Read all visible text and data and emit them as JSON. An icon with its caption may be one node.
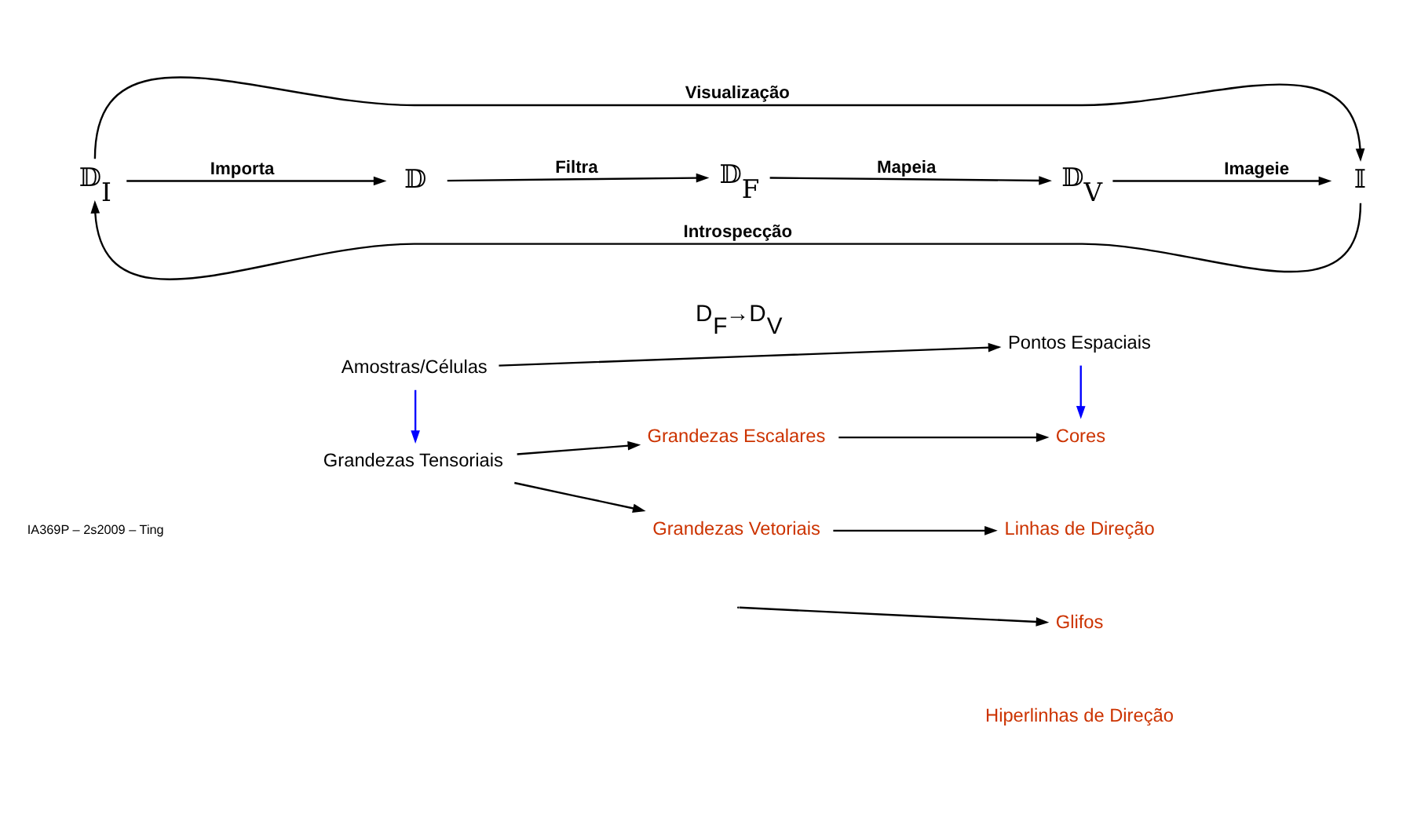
{
  "diagram": {
    "nodes": [
      {
        "text": [
          "𝔻$_{I}$"
        ]
      },
      {
        "text": [
          "𝔻"
        ]
      },
      {
        "text": [
          "𝔻$_{F}$"
        ]
      },
      {
        "text": [
          "𝔻$_{V}$"
        ]
      },
      {
        "text": [
          "𝕀"
        ]
      },
      {
        "text": [
          "Amostras/Células"
        ]
      },
      {
        "text": [
          "Pontos Espaciais"
        ]
      },
      {
        "text": [
          "Grandezas Tensoriais"
        ]
      },
      {
        "text": [
          "Grandezas Escalares"
        ]
      },
      {
        "text": [
          "Grandezas Vetoriais"
        ]
      },
      {
        "text": [
          "Cores"
        ]
      },
      {
        "text": [
          "Linhas de Direção"
        ]
      },
      {
        "text": [
          "Glifos"
        ]
      },
      {
        "text": [
          "Hiperlinhas de Direção"
        ]
      }
    ],
    "edges": [
      {
        "from": 0,
        "to": 1,
        "arrow": "to",
        "label": "Importa"
      },
      {
        "from": 1,
        "to": 2,
        "arrow": "to",
        "label": "Filtra"
      },
      {
        "from": 2,
        "to": 3,
        "arrow": "to",
        "label": "Mapeia"
      },
      {
        "from": 3,
        "to": 4,
        "arrow": "to",
        "label": "Imageie"
      },
      {
        "from": 0,
        "to": 4,
        "arrow": "to",
        "label": "Visualização"
      },
      {
        "from": 4,
        "to": 0,
        "arrow": "to",
        "label": "Introspecção"
      },
      {
        "from": 5,
        "to": 6,
        "arrow": "to"
      },
      {
        "from": 5,
        "to": 7,
        "arrow": "to",
        "color": "#0000ff"
      },
      {
        "from": 6,
        "to": 10,
        "arrow": "to",
        "color": "#0000ff"
      },
      {
        "from": 7,
        "to": 8,
        "arrow": "to"
      },
      {
        "from": 7,
        "to": 9,
        "arrow": "to"
      },
      {
        "from": 8,
        "to": 10,
        "arrow": "to"
      },
      {
        "from": 9,
        "to": 11,
        "arrow": "to"
      },
      {
        "from": null,
        "to": 12,
        "arrow": "to"
      }
    ],
    "labels": [
      "D$_{F}$→D$_{V}$",
      "IA369P – 2s2009 – Ting"
    ]
  }
}
